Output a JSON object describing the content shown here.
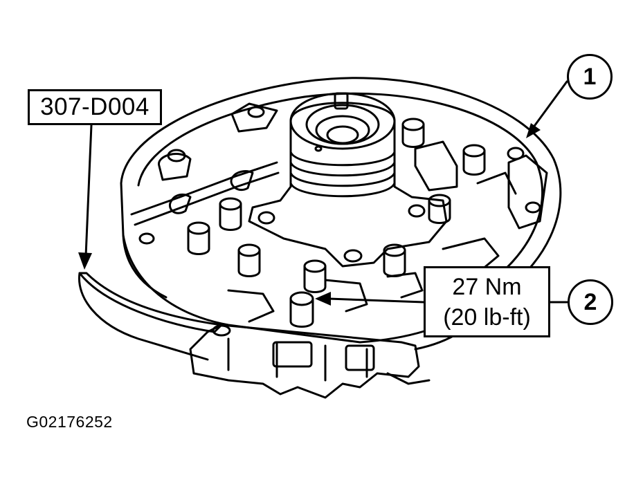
{
  "labels": {
    "tool_number": "307-D004",
    "torque_nm": "27 Nm",
    "torque_lbft": "(20 lb-ft)",
    "callout_1": "1",
    "callout_2": "2",
    "figure_id": "G02176252"
  },
  "colors": {
    "line": "#000000",
    "background": "#ffffff"
  }
}
